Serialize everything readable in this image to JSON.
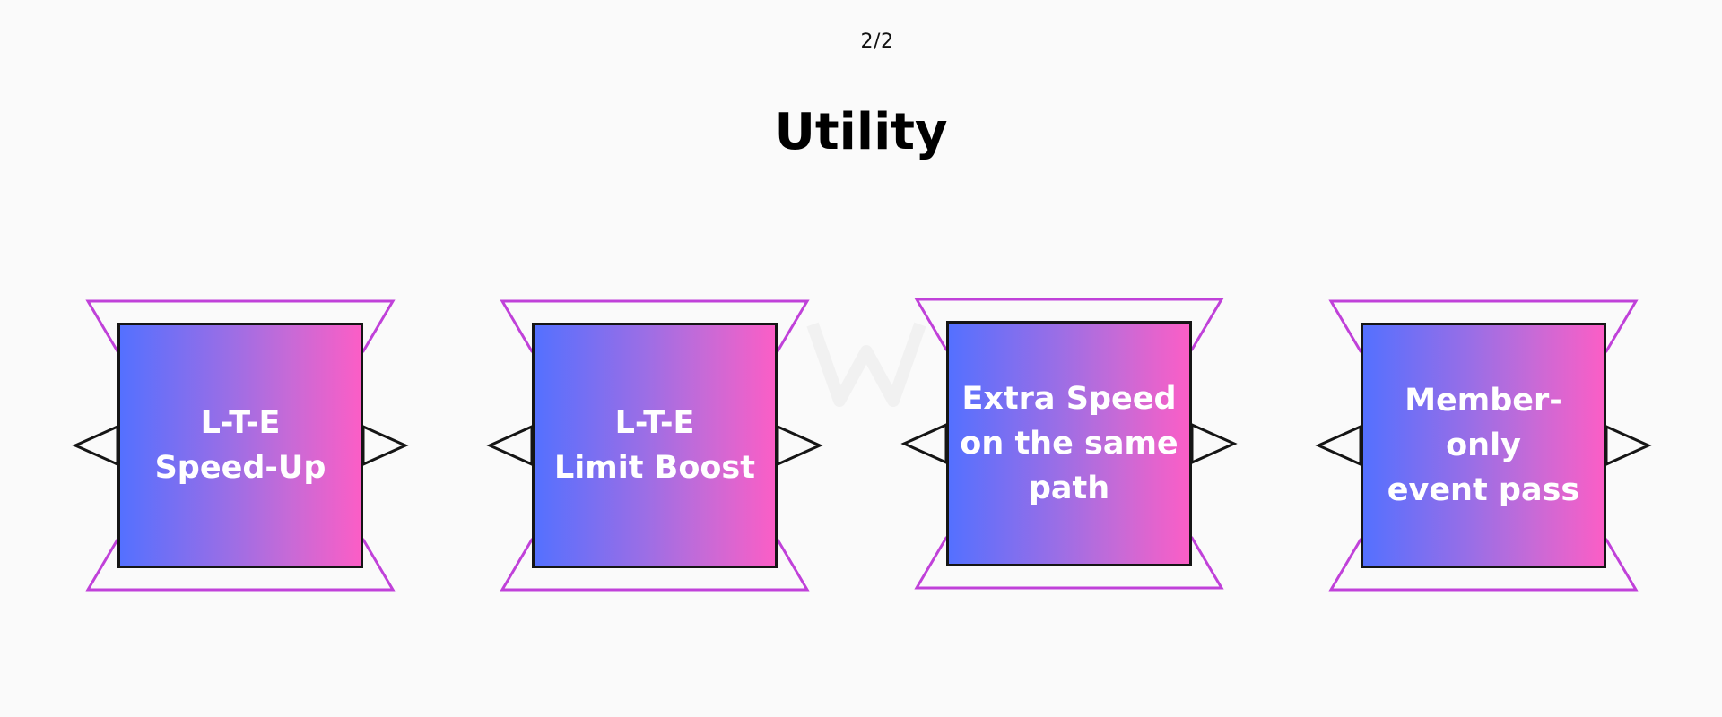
{
  "page": {
    "counter": "2/2",
    "title": "Utility"
  },
  "colors": {
    "background": "#fafafa",
    "gradient_start": "#5470ff",
    "gradient_end": "#fb5ec6",
    "frame_outline": "#c041d9",
    "face_border": "#151515",
    "label_text": "#ffffff"
  },
  "cards": [
    {
      "label": "L-T-E\nSpeed-Up"
    },
    {
      "label": "L-T-E\nLimit Boost"
    },
    {
      "label": "Extra Speed\non the same\npath"
    },
    {
      "label": "Member-only\nevent pass"
    }
  ]
}
